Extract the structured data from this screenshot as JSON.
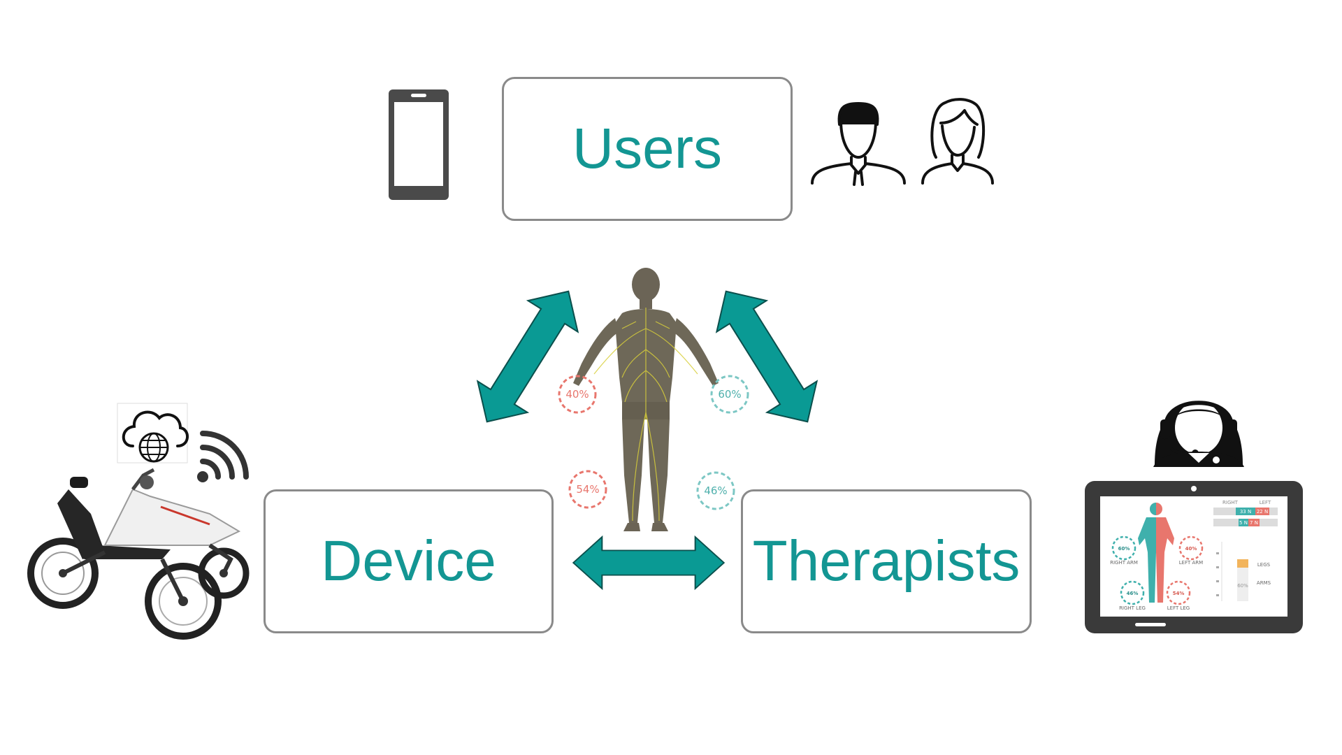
{
  "nodes": {
    "users": "Users",
    "device": "Device",
    "therapists": "Therapists"
  },
  "body_figure": {
    "pct_left_arm": "40%",
    "pct_right_arm": "60%",
    "pct_left_leg": "54%",
    "pct_right_leg": "46%"
  },
  "tablet": {
    "pct_tl": "60%",
    "pct_tr": "40%",
    "pct_bl": "46%",
    "pct_br": "54%",
    "label_right_arm": "RIGHT ARM",
    "label_left_arm": "LEFT ARM",
    "label_right_leg": "RIGHT LEG",
    "label_left_leg": "LEFT LEG",
    "col_right": "RIGHT",
    "col_left": "LEFT",
    "bar_a_right": "33 N",
    "bar_a_left": "22 N",
    "bar_b_right": "5 N",
    "bar_b_left": "7 N",
    "legs": "LEGS",
    "arms": "ARMS",
    "pct_small": "60%"
  },
  "colors": {
    "teal": "#139693",
    "arrow": "#0a9a94",
    "box_border": "#8a8a8a",
    "coral": "#e8766d",
    "dark_device": "#3a3a3a"
  },
  "icons": [
    "phone-icon",
    "male-user-icon",
    "female-user-icon",
    "cloud-globe-icon",
    "wifi-icon",
    "tricycle-device-image",
    "body-nervous-system-image",
    "therapist-headset-icon",
    "tablet-dashboard-icon"
  ]
}
